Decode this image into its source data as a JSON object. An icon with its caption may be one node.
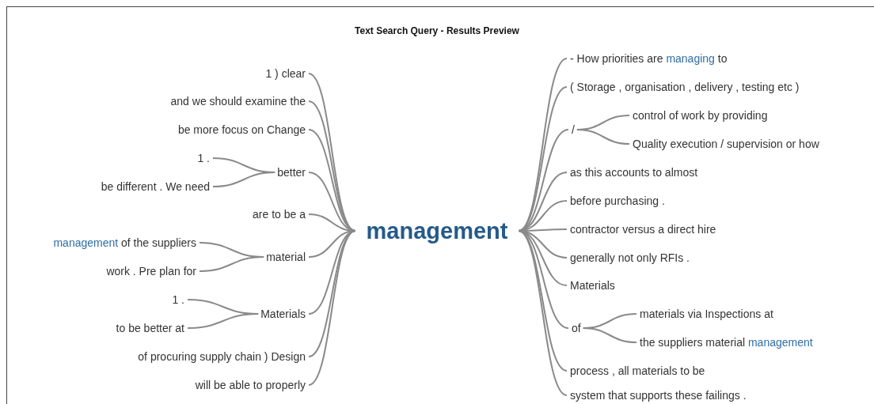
{
  "diagram": {
    "title": "Text Search Query - Results Preview",
    "nodes": [
      {
        "text": [
          "management"
        ]
      },
      {
        "text": [
          "1 ) clear"
        ]
      },
      {
        "text": [
          "and we should examine the"
        ]
      },
      {
        "text": [
          "be more focus on Change"
        ]
      },
      {
        "text": [
          "better"
        ]
      },
      {
        "text": [
          "1 ."
        ]
      },
      {
        "text": [
          "be different . We need"
        ]
      },
      {
        "text": [
          "are to be a"
        ]
      },
      {
        "text": [
          "material"
        ]
      },
      {
        "text": [
          "**management** of the suppliers"
        ]
      },
      {
        "text": [
          "work . Pre plan for"
        ]
      },
      {
        "text": [
          "Materials"
        ]
      },
      {
        "text": [
          "1 ."
        ]
      },
      {
        "text": [
          "to be better at"
        ]
      },
      {
        "text": [
          "of procuring supply chain ) Design"
        ]
      },
      {
        "text": [
          "will be able to properly"
        ]
      },
      {
        "text": [
          "- How priorities are **managing** to"
        ]
      },
      {
        "text": [
          "( Storage , organisation , delivery , testing etc )"
        ]
      },
      {
        "text": [
          "/"
        ]
      },
      {
        "text": [
          "control of work by providing"
        ]
      },
      {
        "text": [
          "Quality execution / supervision or how"
        ]
      },
      {
        "text": [
          "as this accounts to almost"
        ]
      },
      {
        "text": [
          "before purchasing ."
        ]
      },
      {
        "text": [
          "contractor versus a direct hire"
        ]
      },
      {
        "text": [
          "generally not only RFIs ."
        ]
      },
      {
        "text": [
          "Materials"
        ]
      },
      {
        "text": [
          "of"
        ]
      },
      {
        "text": [
          "materials via Inspections at"
        ]
      },
      {
        "text": [
          "the suppliers material **management**"
        ]
      },
      {
        "text": [
          "process , all materials to be"
        ]
      },
      {
        "text": [
          "system that supports these failings ."
        ]
      }
    ],
    "edges": [
      {
        "from": 0,
        "to": 1,
        "arrow": "none"
      },
      {
        "from": 0,
        "to": 2,
        "arrow": "none"
      },
      {
        "from": 0,
        "to": 3,
        "arrow": "none"
      },
      {
        "from": 0,
        "to": 4,
        "arrow": "none"
      },
      {
        "from": 4,
        "to": 5,
        "arrow": "none"
      },
      {
        "from": 4,
        "to": 6,
        "arrow": "none"
      },
      {
        "from": 0,
        "to": 7,
        "arrow": "none"
      },
      {
        "from": 0,
        "to": 8,
        "arrow": "none"
      },
      {
        "from": 8,
        "to": 9,
        "arrow": "none"
      },
      {
        "from": 8,
        "to": 10,
        "arrow": "none"
      },
      {
        "from": 0,
        "to": 11,
        "arrow": "none"
      },
      {
        "from": 11,
        "to": 12,
        "arrow": "none"
      },
      {
        "from": 11,
        "to": 13,
        "arrow": "none"
      },
      {
        "from": 0,
        "to": 14,
        "arrow": "none"
      },
      {
        "from": 0,
        "to": 15,
        "arrow": "none"
      },
      {
        "from": 0,
        "to": 16,
        "arrow": "none"
      },
      {
        "from": 0,
        "to": 17,
        "arrow": "none"
      },
      {
        "from": 0,
        "to": 18,
        "arrow": "none"
      },
      {
        "from": 18,
        "to": 19,
        "arrow": "none"
      },
      {
        "from": 18,
        "to": 20,
        "arrow": "none"
      },
      {
        "from": 0,
        "to": 21,
        "arrow": "none"
      },
      {
        "from": 0,
        "to": 22,
        "arrow": "none"
      },
      {
        "from": 0,
        "to": 23,
        "arrow": "none"
      },
      {
        "from": 0,
        "to": 24,
        "arrow": "none"
      },
      {
        "from": 0,
        "to": 25,
        "arrow": "none"
      },
      {
        "from": 0,
        "to": 26,
        "arrow": "none"
      },
      {
        "from": 26,
        "to": 27,
        "arrow": "none"
      },
      {
        "from": 26,
        "to": 28,
        "arrow": "none"
      },
      {
        "from": 0,
        "to": 29,
        "arrow": "none"
      },
      {
        "from": 0,
        "to": 30,
        "arrow": "none"
      }
    ]
  }
}
